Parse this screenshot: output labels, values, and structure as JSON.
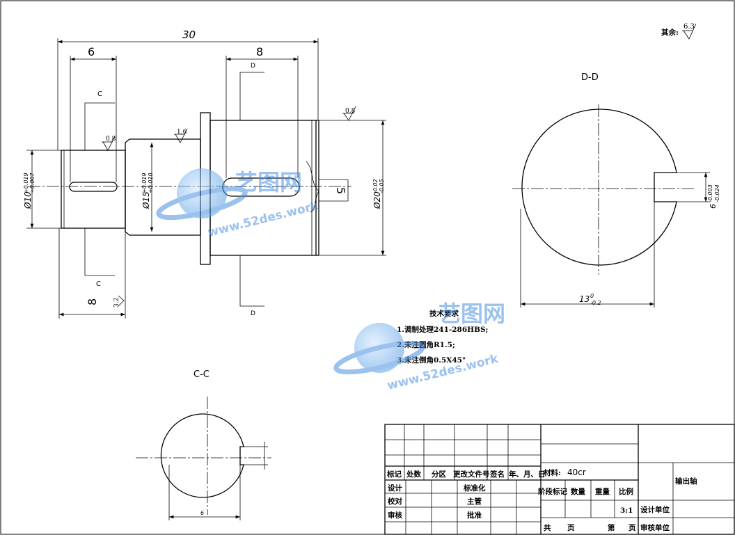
{
  "roughness_note": {
    "label": "其余:",
    "value": "6.3"
  },
  "front_view": {
    "dim_overall": "30",
    "dim_left_shoulder": "6",
    "dim_key_length": "8",
    "dim_left_end": "8",
    "dia_left": "Ø10",
    "tol_left_upper": "+0.019",
    "tol_left_lower": "+0.007",
    "dia_mid": "Ø15",
    "tol_mid_upper": "+0.019",
    "tol_mid_lower": "+0.010",
    "dia_right": "Ø20",
    "tol_right_upper": "-0.02",
    "tol_right_lower": "-0.05",
    "keyway_width": "5",
    "rough_1": "0.8",
    "rough_2": "1.6",
    "rough_3": "0.8",
    "rough_4": "3.2",
    "section_c": "C",
    "section_d": "D"
  },
  "section_dd": {
    "title": "D-D",
    "dim_width": "13",
    "dim_width_tol": "0\n-0.2",
    "dim_key_tol_upper": "-0.003",
    "dim_key_tol_lower": "-0.024",
    "dim_key": "6"
  },
  "section_cc": {
    "title": "C-C",
    "dim_width": "6"
  },
  "tech_requirements": {
    "title": "技术要求",
    "items": [
      "1.调制处理241-286HBS;",
      "2.未注圆角R1.5;",
      "3.未注倒角0.5X45°"
    ]
  },
  "watermark": {
    "text_cn": "艺图网",
    "text_url": "www.52des.work"
  },
  "title_block": {
    "row_headers": [
      "标记",
      "处数",
      "分区",
      "更改文件号",
      "签名",
      "年、月、日"
    ],
    "material_label": "材料:",
    "material_value": "40cr",
    "part_name": "输出轴",
    "left_rows": [
      "设计",
      "校对",
      "审核"
    ],
    "mid_rows": [
      "标准化",
      "主管",
      "批准"
    ],
    "stage_headers": [
      "阶段标记",
      "数量",
      "重量",
      "比例"
    ],
    "scale": "3:1",
    "design_unit": "设计单位",
    "review_unit": "审核单位",
    "total_label": "共",
    "page_label": "页",
    "sheet_label": "第",
    "sheet_page_label": "页"
  }
}
